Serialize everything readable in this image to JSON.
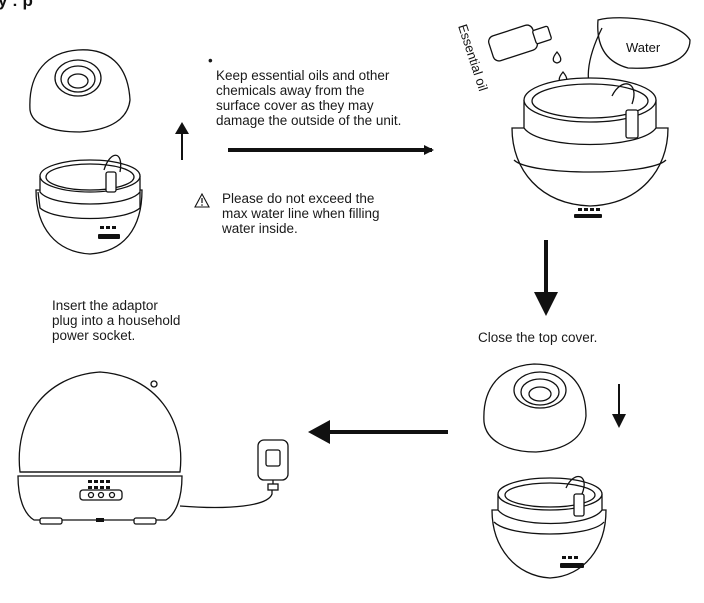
{
  "heading": "y : p",
  "notes": {
    "oils": "Keep essential oils and other\nchemicals away from the\nsurface cover as they may\ndamage the outside of the unit.",
    "warning": "Please do not exceed the\nmax water line when filling\nwater inside.",
    "adaptor": "Insert the adaptor\nplug into a household\npower socket.",
    "close_cover": "Close the top cover."
  },
  "labels": {
    "essential_oil": "Essential oil",
    "water": "Water"
  },
  "icons": {
    "bullet": "bullet-dot",
    "warning": "warning-triangle-icon"
  }
}
